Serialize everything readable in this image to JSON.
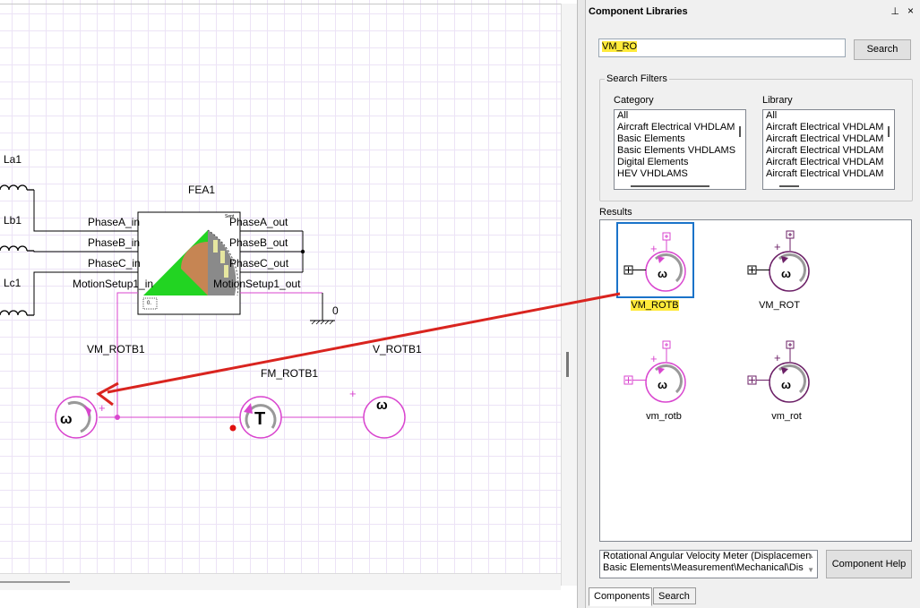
{
  "schematic": {
    "inductors": [
      "La1",
      "Lb1",
      "Lc1"
    ],
    "fea_label": "FEA1",
    "fea_corner": "Sept",
    "fea_corner2": "0.",
    "ports_in": [
      "PhaseA_in",
      "PhaseB_in",
      "PhaseC_in",
      "MotionSetup1_in"
    ],
    "ports_out": [
      "PhaseA_out",
      "PhaseB_out",
      "PhaseC_out",
      "MotionSetup1_out"
    ],
    "ground_label": "0",
    "components": [
      "VM_ROTB1",
      "FM_ROTB1",
      "V_ROTB1"
    ],
    "symbols": {
      "omega": "ω",
      "torque": "T",
      "plus": "+"
    }
  },
  "panel": {
    "title": "Component Libraries",
    "pin_icon": "⊥",
    "close_icon": "×",
    "search_value": "VM_RO",
    "search_button": "Search",
    "filters_legend": "Search Filters",
    "category_label": "Category",
    "library_label": "Library",
    "category_items": [
      "All",
      "Aircraft Electrical VHDLAM",
      "Basic Elements",
      "Basic Elements VHDLAMS",
      "Digital Elements",
      "HEV VHDLAMS"
    ],
    "library_items": [
      "All",
      "Aircraft Electrical VHDLAM",
      "Aircraft Electrical VHDLAM",
      "Aircraft Electrical VHDLAM",
      "Aircraft Electrical VHDLAM",
      "Aircraft Electrical VHDLAM"
    ],
    "results_label": "Results",
    "results": [
      "VM_ROTB",
      "VM_ROT",
      "vm_rotb",
      "vm_rot"
    ],
    "description_lines": [
      "Rotational Angular Velocity Meter (Displacemen",
      "Basic Elements\\Measurement\\Mechanical\\Dis"
    ],
    "help_button": "Component Help",
    "tabs": [
      "Components",
      "Search"
    ]
  },
  "colors": {
    "wire": "#d946cf",
    "highlight": "#ffea3a",
    "selection": "#1a73c9",
    "arrow": "#d9241f",
    "green": "#22d422",
    "dark_symbol": "#6b1f66"
  }
}
